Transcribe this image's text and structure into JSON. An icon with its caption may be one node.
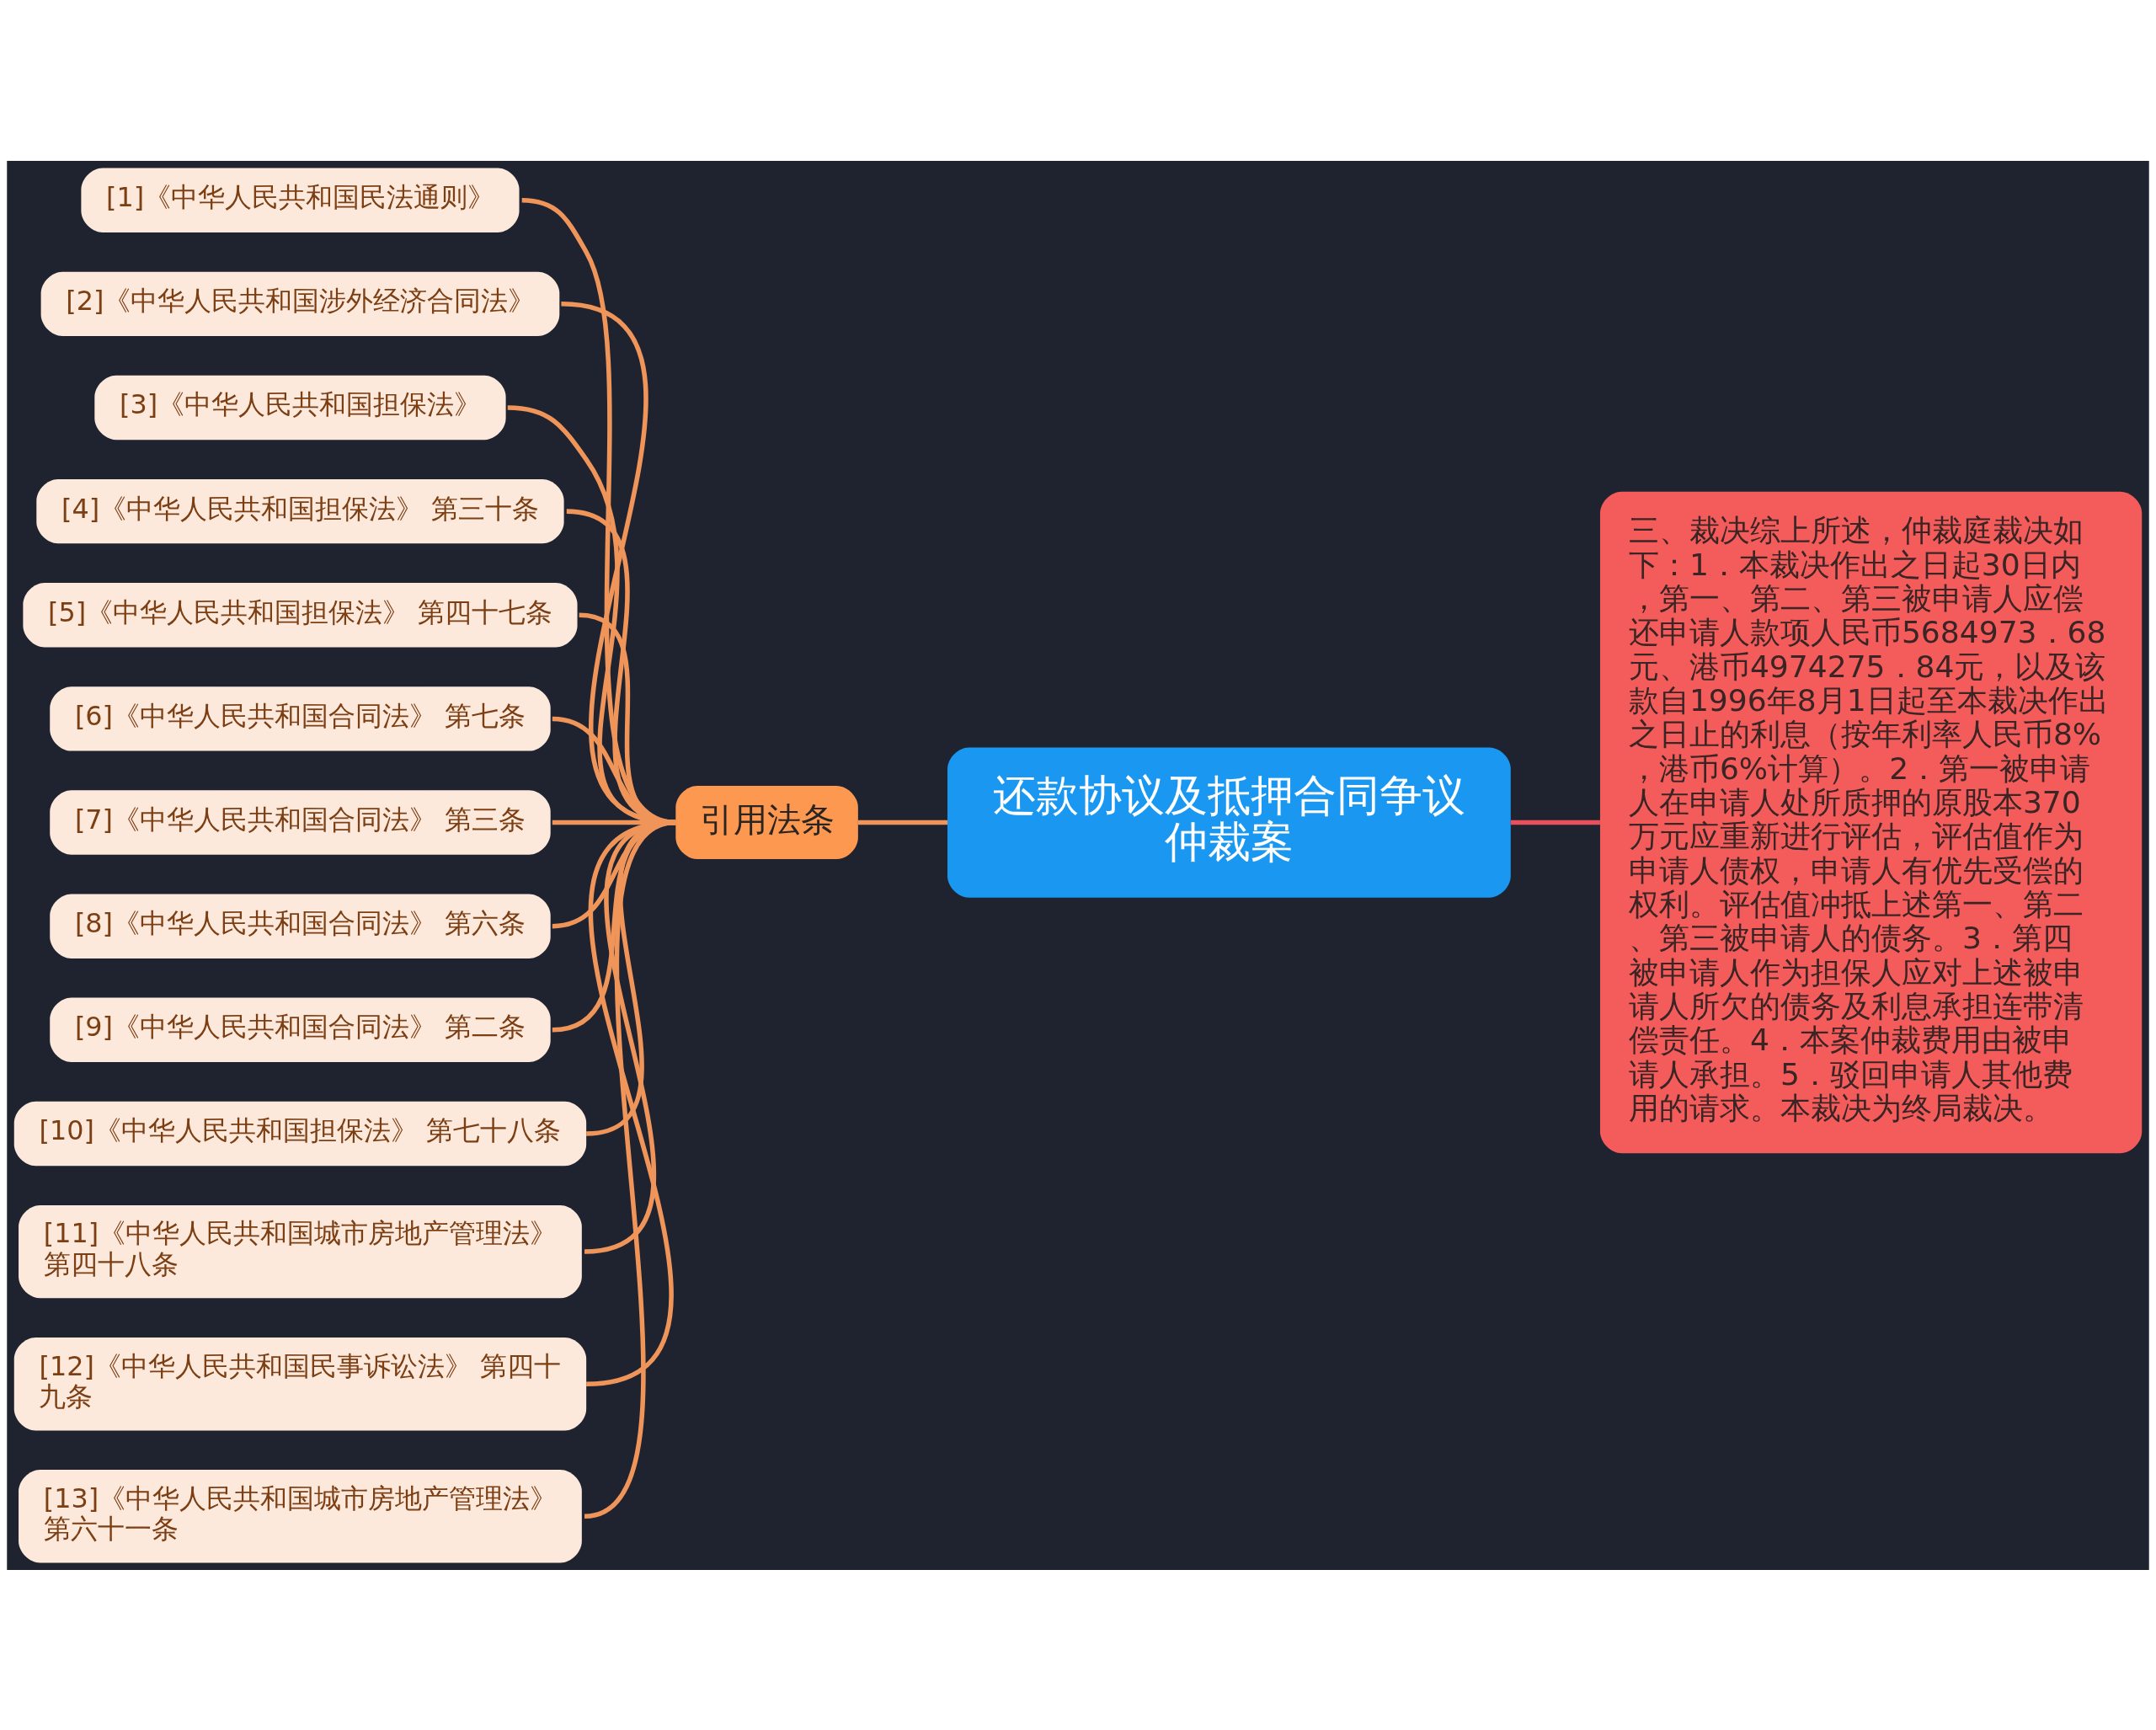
{
  "diagram": {
    "nodes": [
      {
        "text": [
          "还款协议及抵押合同争议仲裁案"
        ]
      },
      {
        "text": [
          "引用法条"
        ]
      },
      {
        "text": [
          "[1]《中华人民共和国民法通则》"
        ]
      },
      {
        "text": [
          "[2]《中华人民共和国涉外经济合同法》"
        ]
      },
      {
        "text": [
          "[3]《中华人民共和国担保法》"
        ]
      },
      {
        "text": [
          "[4]《中华人民共和国担保法》 第三十条"
        ]
      },
      {
        "text": [
          "[5]《中华人民共和国担保法》 第四十七条"
        ]
      },
      {
        "text": [
          "[6]《中华人民共和国合同法》 第七条"
        ]
      },
      {
        "text": [
          "[7]《中华人民共和国合同法》 第三条"
        ]
      },
      {
        "text": [
          "[8]《中华人民共和国合同法》 第六条"
        ]
      },
      {
        "text": [
          "[9]《中华人民共和国合同法》 第二条"
        ]
      },
      {
        "text": [
          "[10]《中华人民共和国担保法》 第七十八条"
        ]
      },
      {
        "text": [
          "[11]《中华人民共和国城市房地产管理法》第四十八条"
        ]
      },
      {
        "text": [
          "[12]《中华人民共和国民事诉讼法》 第四十九条"
        ]
      },
      {
        "text": [
          "[13]《中华人民共和国城市房地产管理法》第六十一条"
        ]
      },
      {
        "text": [
          "三、裁决综上所述，仲裁庭裁决如下：1．本裁决作出之日起30日内，第一、第二、第三被申请人应偿还申请人款项人民币5684973．68元、港币4974275．84元，以及该款自1996年8月1日起至本裁决作出之日止的利息（按年利率人民币8%，港币6%计算）。2．第一被申请人在申请人处所质押的原股本370万元应重新进行评估，评估值作为申请人债权，申请人有优先受偿的权利。评估值冲抵上述第一、第二、第三被申请人的债务。3．第四被申请人作为担保人应对上述被申请人所欠的债务及利息承担连带清偿责任。4．本案仲裁费用由被申请人承担。5．驳回申请人其他费用的请求。本裁决为终局裁决。"
        ]
      }
    ],
    "edges": [
      {
        "from": 2,
        "to": 1,
        "arrow": "none"
      },
      {
        "from": 3,
        "to": 1,
        "arrow": "none"
      },
      {
        "from": 4,
        "to": 1,
        "arrow": "none"
      },
      {
        "from": 5,
        "to": 1,
        "arrow": "none"
      },
      {
        "from": 6,
        "to": 1,
        "arrow": "none"
      },
      {
        "from": 7,
        "to": 1,
        "arrow": "none"
      },
      {
        "from": 8,
        "to": 1,
        "arrow": "none"
      },
      {
        "from": 9,
        "to": 1,
        "arrow": "none"
      },
      {
        "from": 10,
        "to": 1,
        "arrow": "none"
      },
      {
        "from": 11,
        "to": 1,
        "arrow": "none"
      },
      {
        "from": 12,
        "to": 1,
        "arrow": "none"
      },
      {
        "from": 13,
        "to": 1,
        "arrow": "none"
      },
      {
        "from": 14,
        "to": 1,
        "arrow": "none"
      },
      {
        "from": 1,
        "to": 0,
        "arrow": "none"
      },
      {
        "from": 0,
        "to": 15,
        "arrow": "none",
        "color": "#e8505b"
      }
    ]
  }
}
